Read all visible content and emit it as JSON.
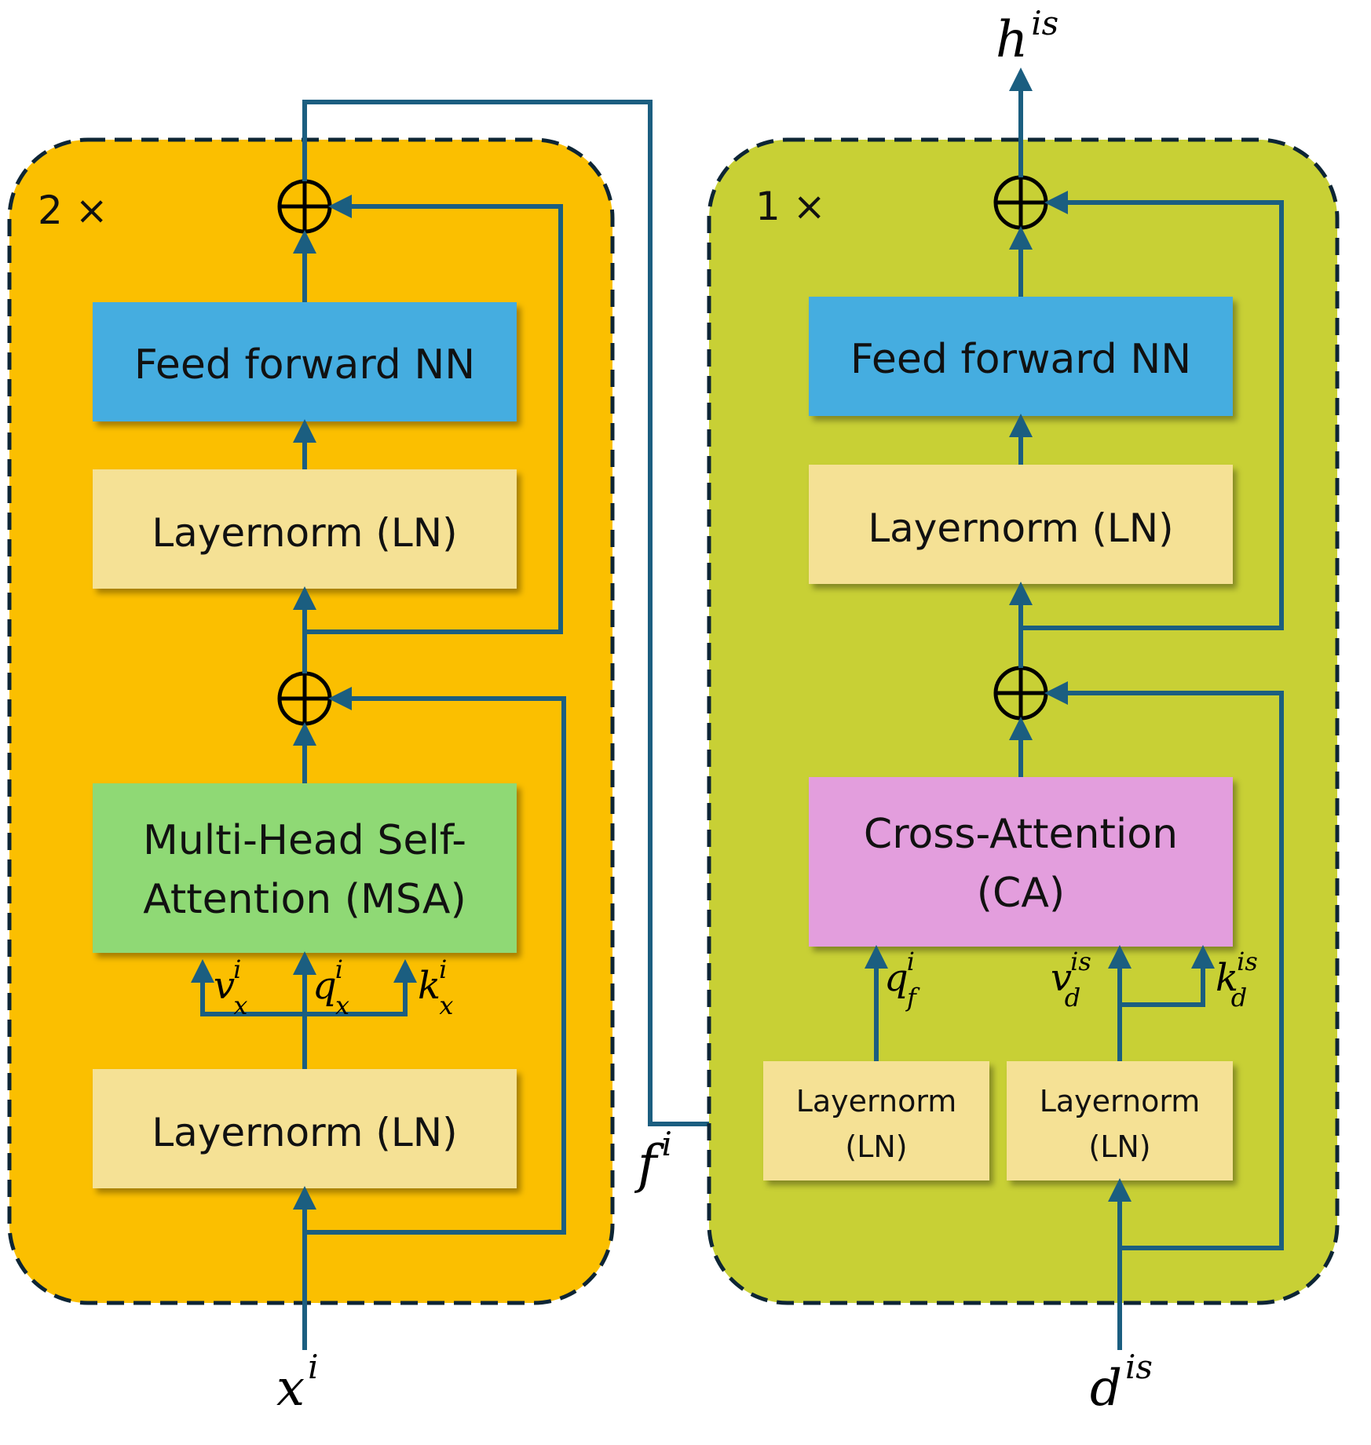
{
  "colors": {
    "encoder_bg": "#FBBF00",
    "decoder_bg": "#C8D035",
    "feed_forward": "#44ADE0",
    "layernorm": "#F5E195",
    "msa": "#8FD975",
    "cross_attention": "#E39EDD",
    "arrow": "#1B5E80",
    "border": "#0D2535"
  },
  "encoder": {
    "repeat": "2 ×",
    "feed_forward": "Feed forward NN",
    "layernorm_top": "Layernorm (LN)",
    "msa_line1": "Multi-Head Self-",
    "msa_line2": "Attention (MSA)",
    "layernorm_bottom": "Layernorm (LN)",
    "v_base": "v",
    "v_sub": "x",
    "v_sup": "i",
    "q_base": "q",
    "q_sub": "x",
    "q_sup": "i",
    "k_base": "k",
    "k_sub": "x",
    "k_sup": "i",
    "input_base": "x",
    "input_sup": "i"
  },
  "bridge": {
    "base": "f",
    "sup": "i"
  },
  "decoder": {
    "repeat": "1 ×",
    "feed_forward": "Feed forward NN",
    "layernorm_top": "Layernorm (LN)",
    "ca_line1": "Cross-Attention",
    "ca_line2": "(CA)",
    "ln_left_line1": "Layernorm",
    "ln_left_line2": "(LN)",
    "ln_right_line1": "Layernorm",
    "ln_right_line2": "(LN)",
    "q_base": "q",
    "q_sub": "f",
    "q_sup": "i",
    "v_base": "v",
    "v_sub": "d",
    "v_sup": "is",
    "k_base": "k",
    "k_sub": "d",
    "k_sup": "is",
    "input_base": "d",
    "input_sup": "is",
    "output_base": "h",
    "output_sup": "is"
  },
  "icons": {
    "sum": "circle-plus-icon",
    "arrow": "arrow-head-icon"
  }
}
